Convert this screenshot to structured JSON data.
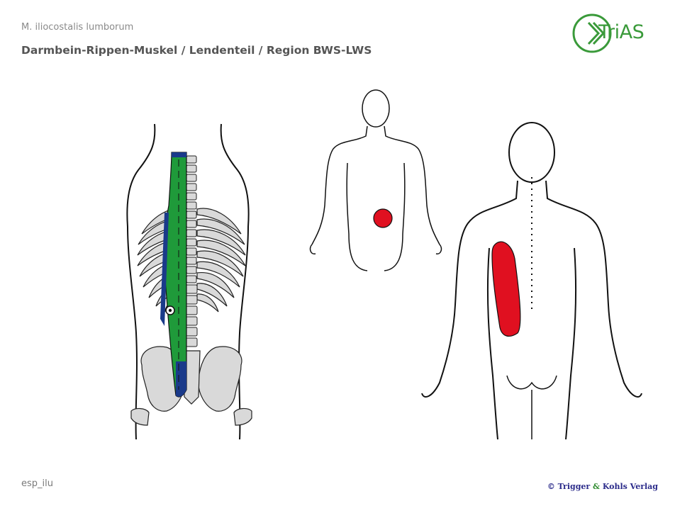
{
  "header": {
    "subtitle": "M. iliocostalis lumborum",
    "title": "Darmbein-Rippen-Muskel / Lendenteil / Region BWS-LWS"
  },
  "logo": {
    "text": "TriAS",
    "color": "#3a9a3a"
  },
  "footer": {
    "code": "esp_ilu",
    "copyright_prefix": "© Trigger ",
    "copyright_amp": "&",
    "copyright_suffix": " Kohls Verlag"
  },
  "colors": {
    "muscle": "#1f9a3a",
    "tendon": "#1a3a8a",
    "bone": "#d9d9d9",
    "pain": "#e01020",
    "outline": "#111111"
  },
  "icons": {
    "trigger_point": "trigger-point-icon",
    "logo_mark": "chevron-logo-icon"
  }
}
